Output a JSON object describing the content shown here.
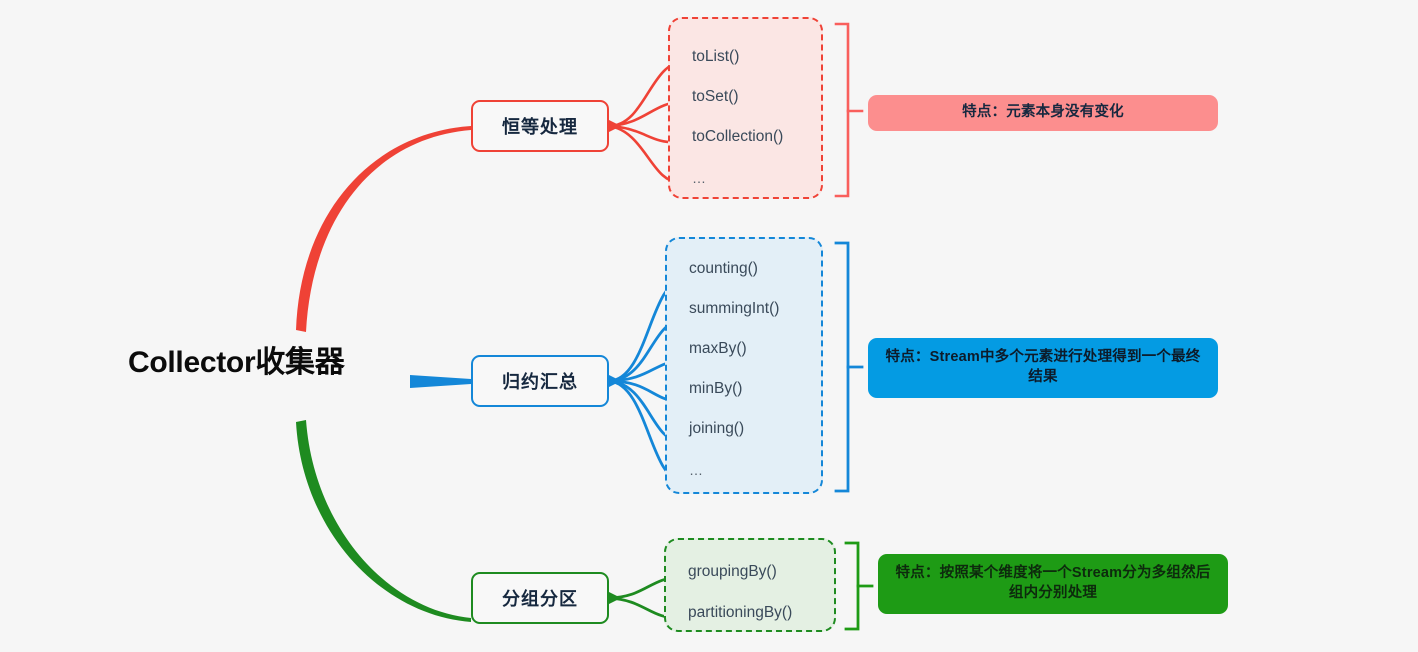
{
  "diagram": {
    "type": "mind-map",
    "background_color": "#f6f6f6",
    "root": {
      "label": "Collector收集器",
      "color": "#0b0b0b"
    },
    "branches": [
      {
        "id": "identity",
        "node_label": "恒等处理",
        "color": "#ef4236",
        "fill": "#fbe6e4",
        "badge_color": "#fc8e8e",
        "leaves": [
          {
            "label": "toList()",
            "underline_width": 100
          },
          {
            "label": "toSet()",
            "underline_width": 100
          },
          {
            "label": "toCollection()",
            "underline_width": 152
          },
          {
            "label": "…",
            "underline_width": 60
          }
        ],
        "feature": {
          "prefix": "特点：",
          "text": "元素本身没有变化",
          "full": "特点：元素本身没有变化"
        }
      },
      {
        "id": "reduce",
        "node_label": "归约汇总",
        "color": "#1487d8",
        "fill": "#e3eff7",
        "badge_color": "#049be3",
        "leaves": [
          {
            "label": "counting()",
            "underline_width": 124
          },
          {
            "label": "summingInt()",
            "underline_width": 152
          },
          {
            "label": "maxBy()",
            "underline_width": 106
          },
          {
            "label": "minBy()",
            "underline_width": 100
          },
          {
            "label": "joining()",
            "underline_width": 106
          },
          {
            "label": "…",
            "underline_width": 58
          }
        ],
        "feature": {
          "prefix": "特点：",
          "text": "Stream中多个元素进行处理得到一个最终结果",
          "full": "特点：Stream中多个元素进行处理得到一个最终结果"
        }
      },
      {
        "id": "grouping",
        "node_label": "分组分区",
        "color": "#1e8b20",
        "fill": "#e4f0e3",
        "badge_color": "#1e9b15",
        "leaves": [
          {
            "label": "groupingBy()",
            "underline_width": 126
          },
          {
            "label": "partitioningBy()",
            "underline_width": 150
          }
        ],
        "feature": {
          "prefix": "特点：",
          "text": "按照某个维度将一个Stream分为多组然后组内分别处理",
          "full": "特点：按照某个维度将一个Stream分为多组然后组内分别处理"
        }
      }
    ]
  }
}
